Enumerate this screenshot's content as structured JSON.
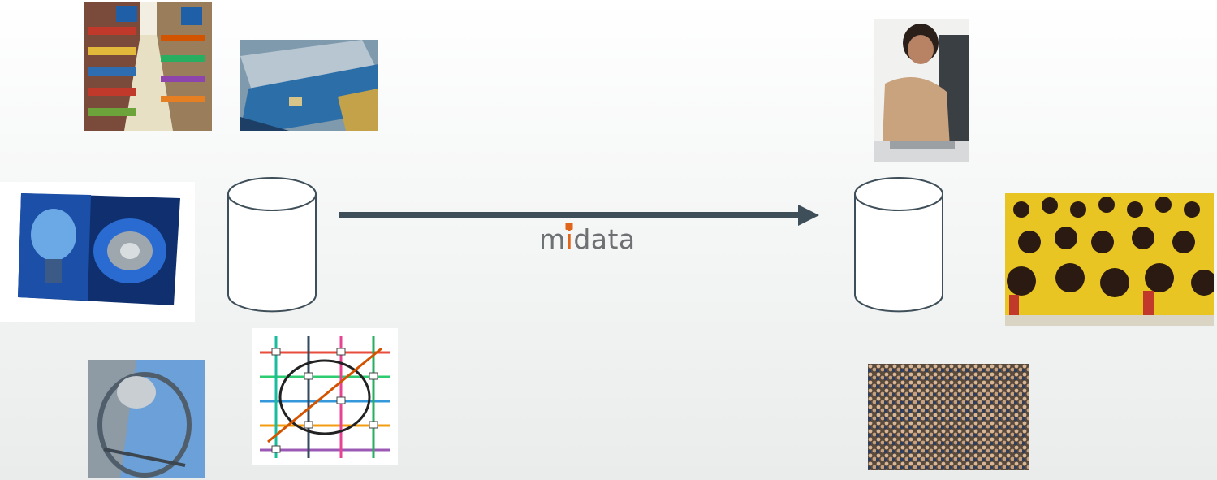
{
  "diagram": {
    "label": {
      "prefix": "m",
      "accent_letter": "i",
      "suffix": "data"
    },
    "colors": {
      "arrow": "#3f4f59",
      "label_text": "#6e7173",
      "label_accent": "#e0651a",
      "database_stroke": "#3f4f59"
    },
    "source_images": [
      "supermarket-aisle",
      "credit-cards",
      "light-bulb-and-gas-flame",
      "satellite-dish",
      "subway-map"
    ],
    "destination_images": [
      "woman-at-computer",
      "football-fans-crowd",
      "large-crowd"
    ],
    "databases": [
      "source-database",
      "destination-database"
    ]
  }
}
